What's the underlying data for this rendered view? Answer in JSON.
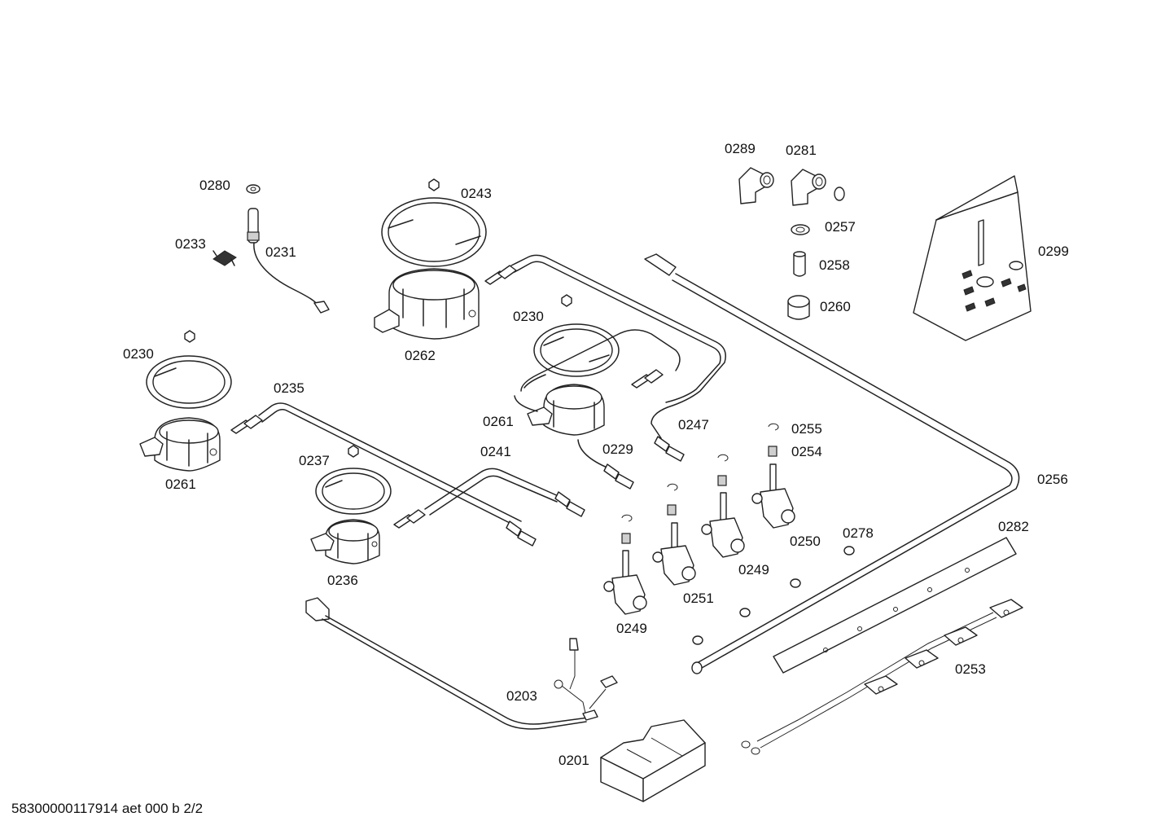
{
  "footer": {
    "document_id": "58300000117914 aet 000 b 2/2"
  },
  "labels": {
    "p0280": "0280",
    "p0233": "0233",
    "p0231": "0231",
    "p0243": "0243",
    "p0262": "0262",
    "p0230_top": "0230",
    "p0230_left": "0230",
    "p0235": "0235",
    "p0261_left": "0261",
    "p0261_mid": "0261",
    "p0237": "0237",
    "p0236": "0236",
    "p0241": "0241",
    "p0229": "0229",
    "p0247": "0247",
    "p0255": "0255",
    "p0254": "0254",
    "p0250": "0250",
    "p0249_right": "0249",
    "p0249_left": "0249",
    "p0251": "0251",
    "p0278": "0278",
    "p0256": "0256",
    "p0282": "0282",
    "p0253": "0253",
    "p0203": "0203",
    "p0201": "0201",
    "p0289": "0289",
    "p0281": "0281",
    "p0257": "0257",
    "p0258": "0258",
    "p0260": "0260",
    "p0299": "0299"
  }
}
